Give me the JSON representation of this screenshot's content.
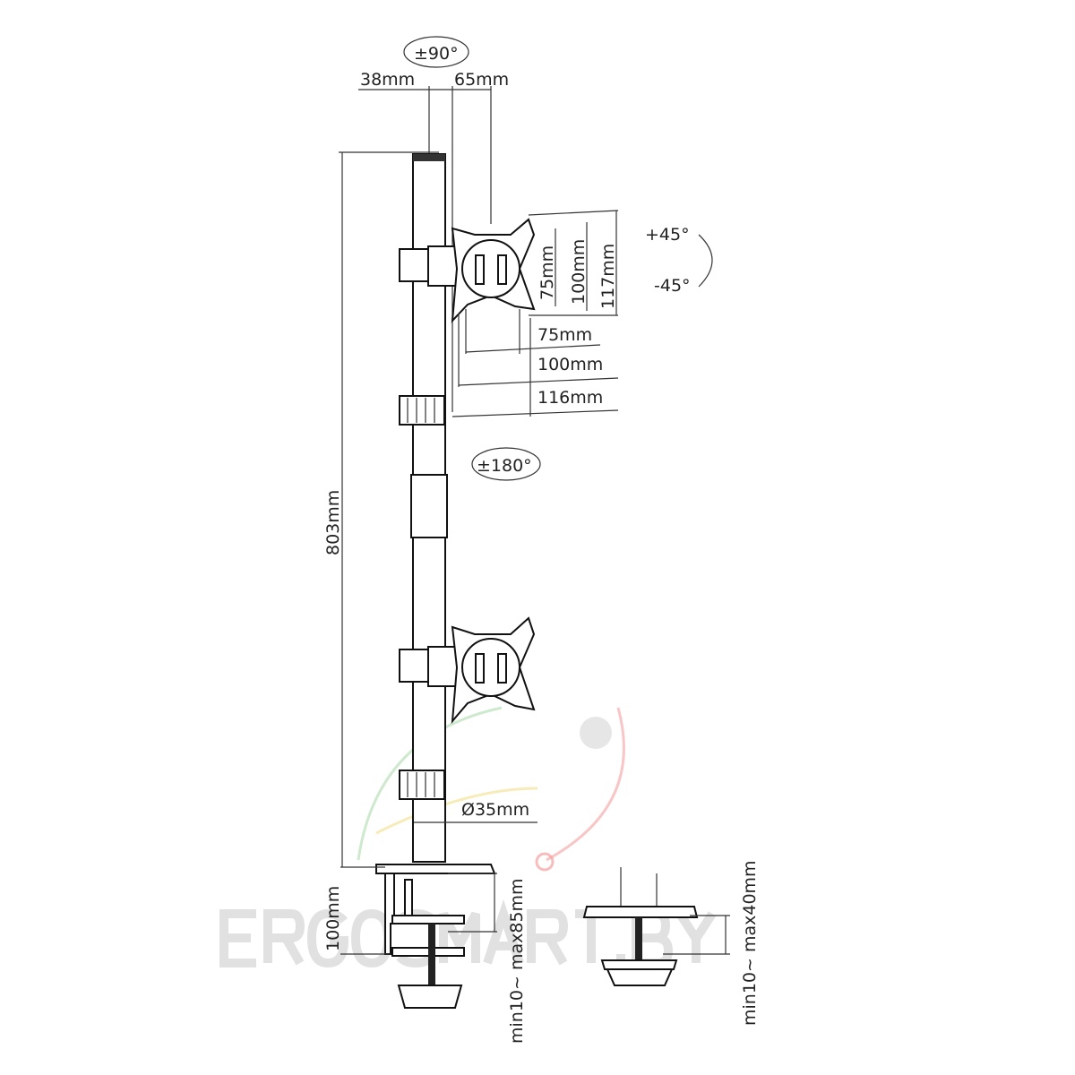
{
  "rotation": {
    "swivel": "±90°",
    "pivot_up": "+45°",
    "pivot_down": "-45°",
    "column": "±180°"
  },
  "dimensions": {
    "arm_offset_1": "38mm",
    "arm_offset_2": "65mm",
    "vesa_v_75": "75mm",
    "vesa_v_100": "100mm",
    "vesa_v_117": "117mm",
    "vesa_h_75": "75mm",
    "vesa_h_100": "100mm",
    "vesa_h_116": "116mm",
    "pole_height": "803mm",
    "pole_diameter": "Ø35mm",
    "clamp_height": "100mm",
    "clamp_range": "min10~ max85mm",
    "grommet_range": "min10~ max40mm"
  },
  "watermark": "ERGOSMART.BY"
}
